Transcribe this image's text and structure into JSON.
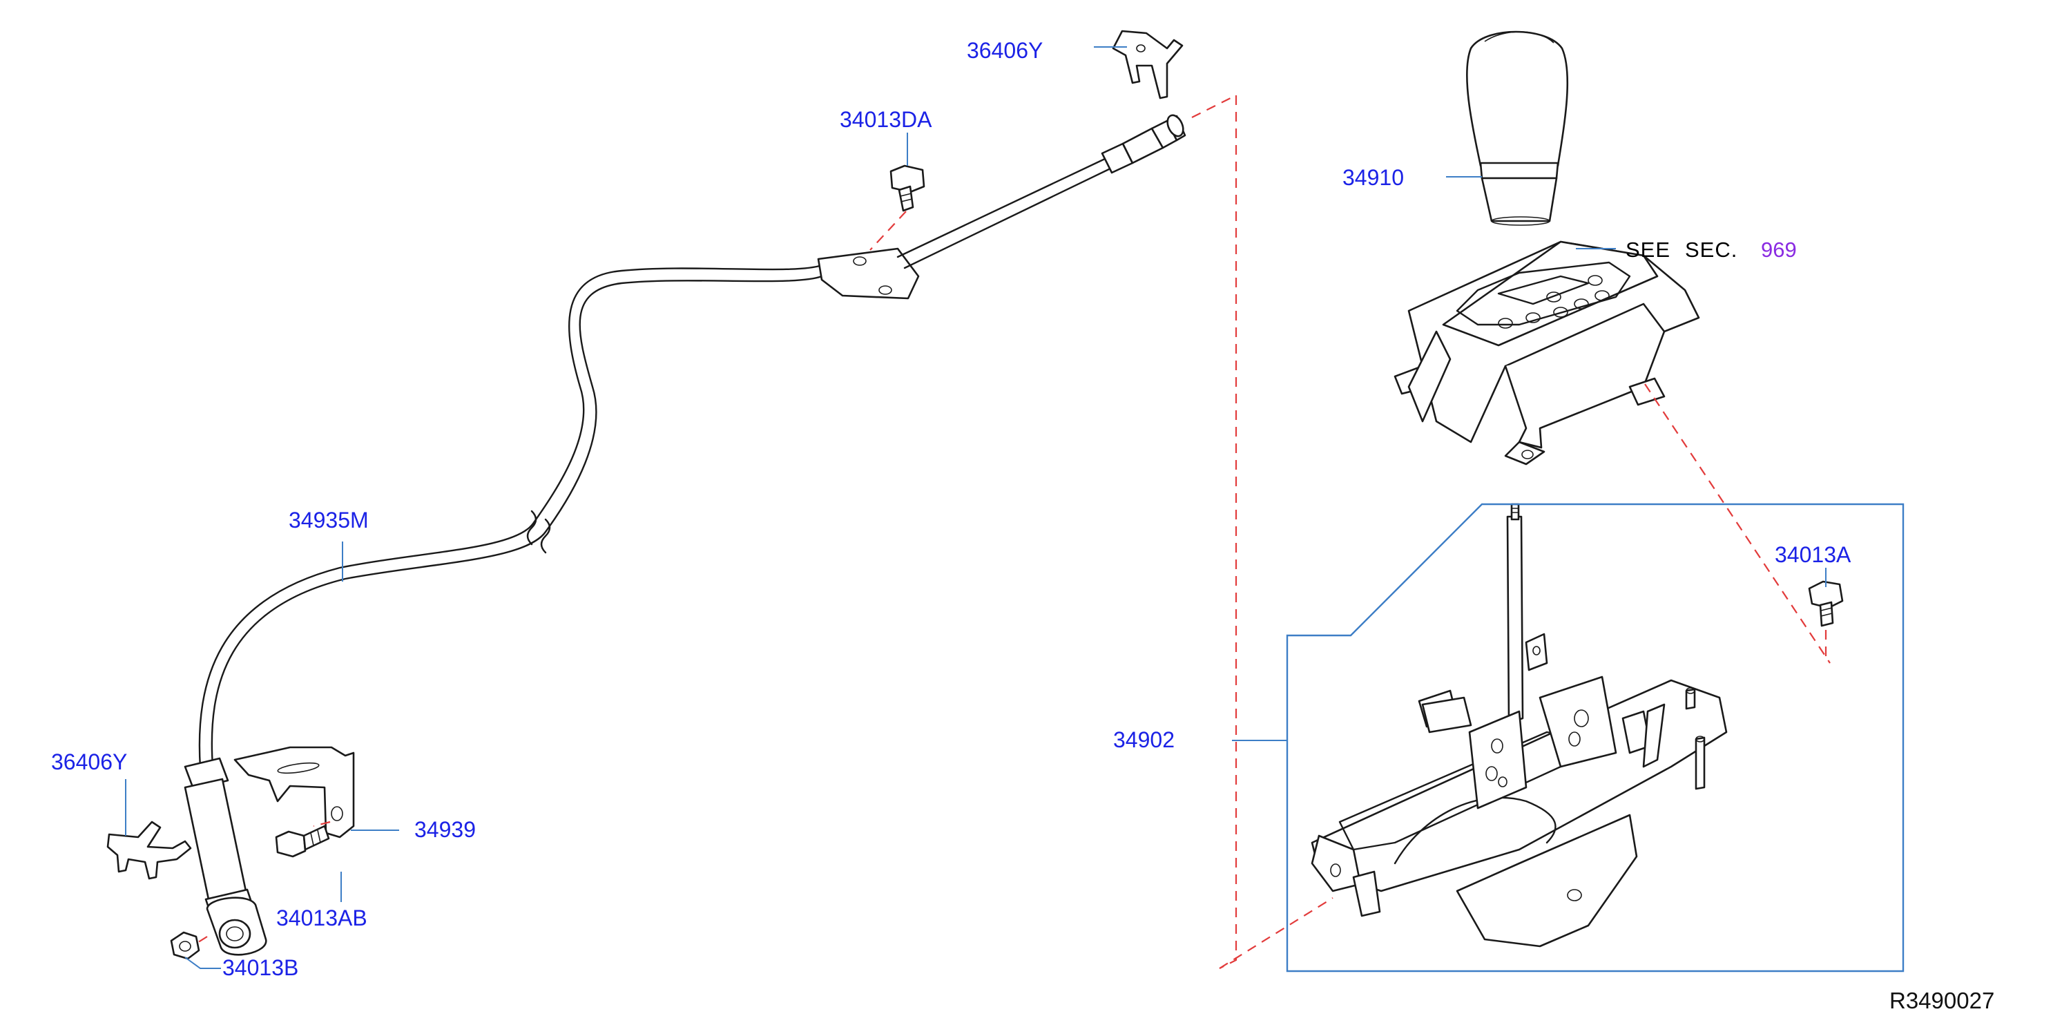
{
  "diagram": {
    "labels": {
      "clip_top": "36406Y",
      "bolt_da": "34013DA",
      "knob": "34910",
      "see_text": "SEE",
      "sec_text": "SEC.",
      "sec_ref": "969",
      "cable": "34935M",
      "bolt_a": "34013A",
      "shifter": "34902",
      "clip_left": "36406Y",
      "bracket": "34939",
      "bolt_ab": "34013AB",
      "nut_b": "34013B"
    },
    "drawing_code": "R3490027",
    "colors": {
      "label": "#1b22e6",
      "leader": "#3d7ec6",
      "dashed_guide": "#e23b3b",
      "reference": "#8a2be2",
      "ink": "#1a1a1a"
    }
  }
}
